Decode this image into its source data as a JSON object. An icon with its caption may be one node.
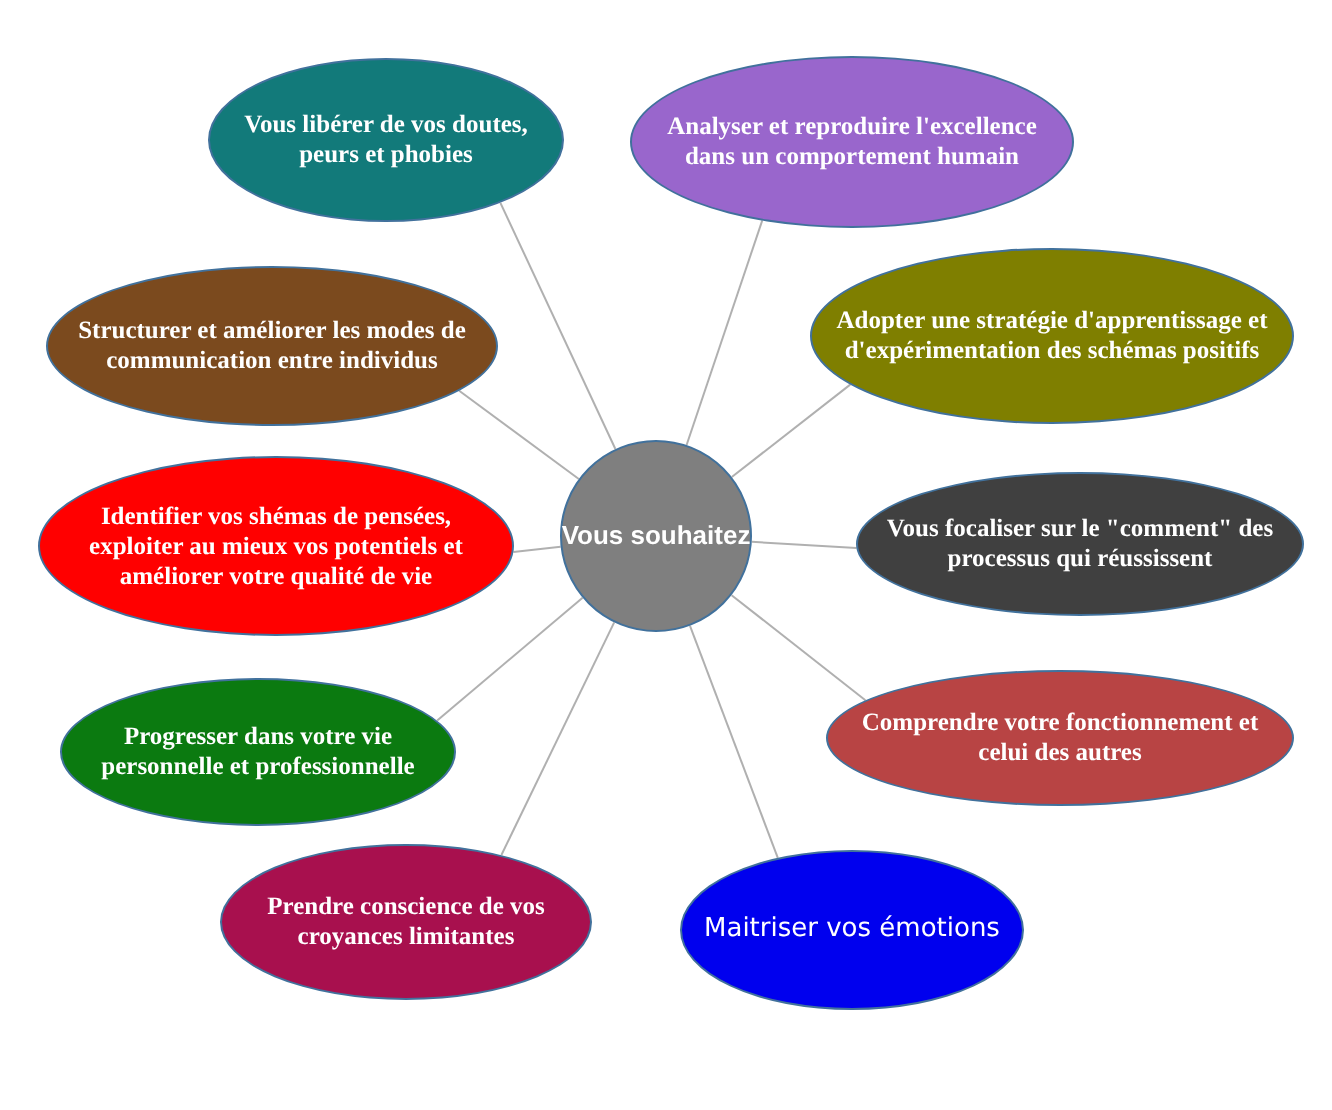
{
  "diagram": {
    "nodes": [
      {
        "text": [
          "Vous souhaitez"
        ]
      },
      {
        "text": [
          "Vous libérer de vos doutes, peurs et phobies"
        ]
      },
      {
        "text": [
          "Analyser et reproduire l'excellence dans un comportement humain"
        ]
      },
      {
        "text": [
          "Structurer et améliorer les modes de communication entre individus"
        ]
      },
      {
        "text": [
          "Adopter une stratégie d'apprentissage et d'expérimentation des schémas positifs"
        ]
      },
      {
        "text": [
          "Identifier vos shémas de pensées, exploiter au mieux vos potentiels et améliorer votre qualité de vie"
        ]
      },
      {
        "text": [
          "Vous focaliser sur le \"comment\" des processus qui réussissent"
        ]
      },
      {
        "text": [
          "Progresser dans votre vie personnelle et professionnelle"
        ]
      },
      {
        "text": [
          "Comprendre votre fonctionnement et celui des autres"
        ]
      },
      {
        "text": [
          "Prendre conscience de vos croyances limitantes"
        ]
      },
      {
        "text": [
          "Maitriser vos émotions"
        ]
      }
    ],
    "edges": [
      {
        "from": 0,
        "to": 1,
        "arrow": "none"
      },
      {
        "from": 0,
        "to": 2,
        "arrow": "none"
      },
      {
        "from": 0,
        "to": 3,
        "arrow": "none"
      },
      {
        "from": 0,
        "to": 4,
        "arrow": "none"
      },
      {
        "from": 0,
        "to": 5,
        "arrow": "none"
      },
      {
        "from": 0,
        "to": 6,
        "arrow": "none"
      },
      {
        "from": 0,
        "to": 7,
        "arrow": "none"
      },
      {
        "from": 0,
        "to": 8,
        "arrow": "none"
      },
      {
        "from": 0,
        "to": 9,
        "arrow": "none"
      },
      {
        "from": 0,
        "to": 10,
        "arrow": "none"
      }
    ]
  }
}
